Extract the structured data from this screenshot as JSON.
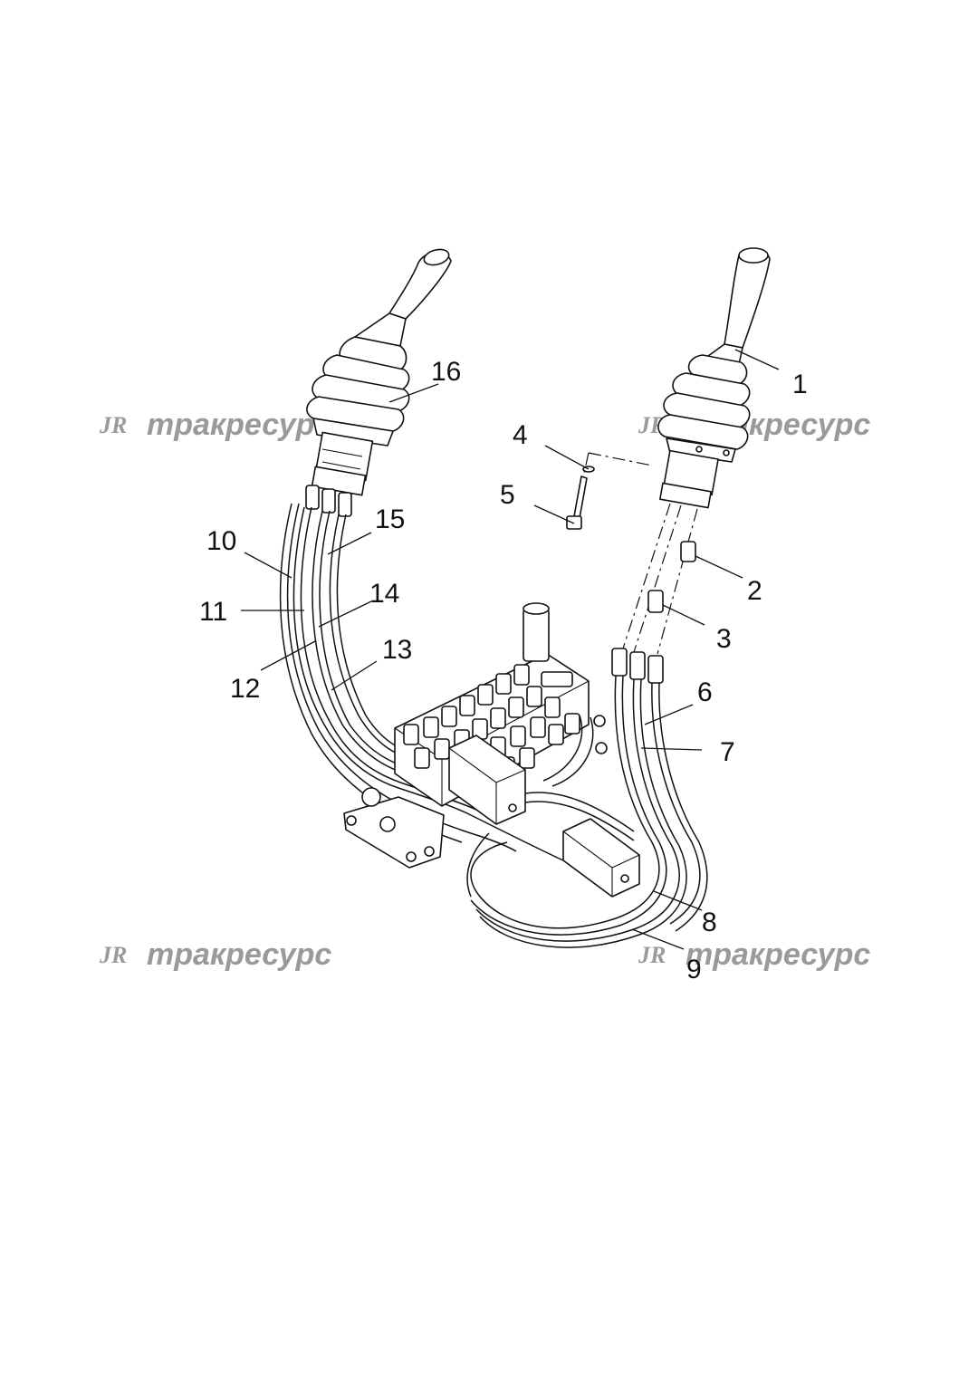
{
  "diagram": {
    "callouts": [
      "1",
      "2",
      "3",
      "4",
      "5",
      "6",
      "7",
      "8",
      "9",
      "10",
      "11",
      "12",
      "13",
      "14",
      "15",
      "16"
    ]
  },
  "watermark": {
    "logo": "JR",
    "text": "тракресурс"
  },
  "colors": {
    "line": "#111111",
    "watermark": "#9a9a9a",
    "background": "#ffffff"
  }
}
